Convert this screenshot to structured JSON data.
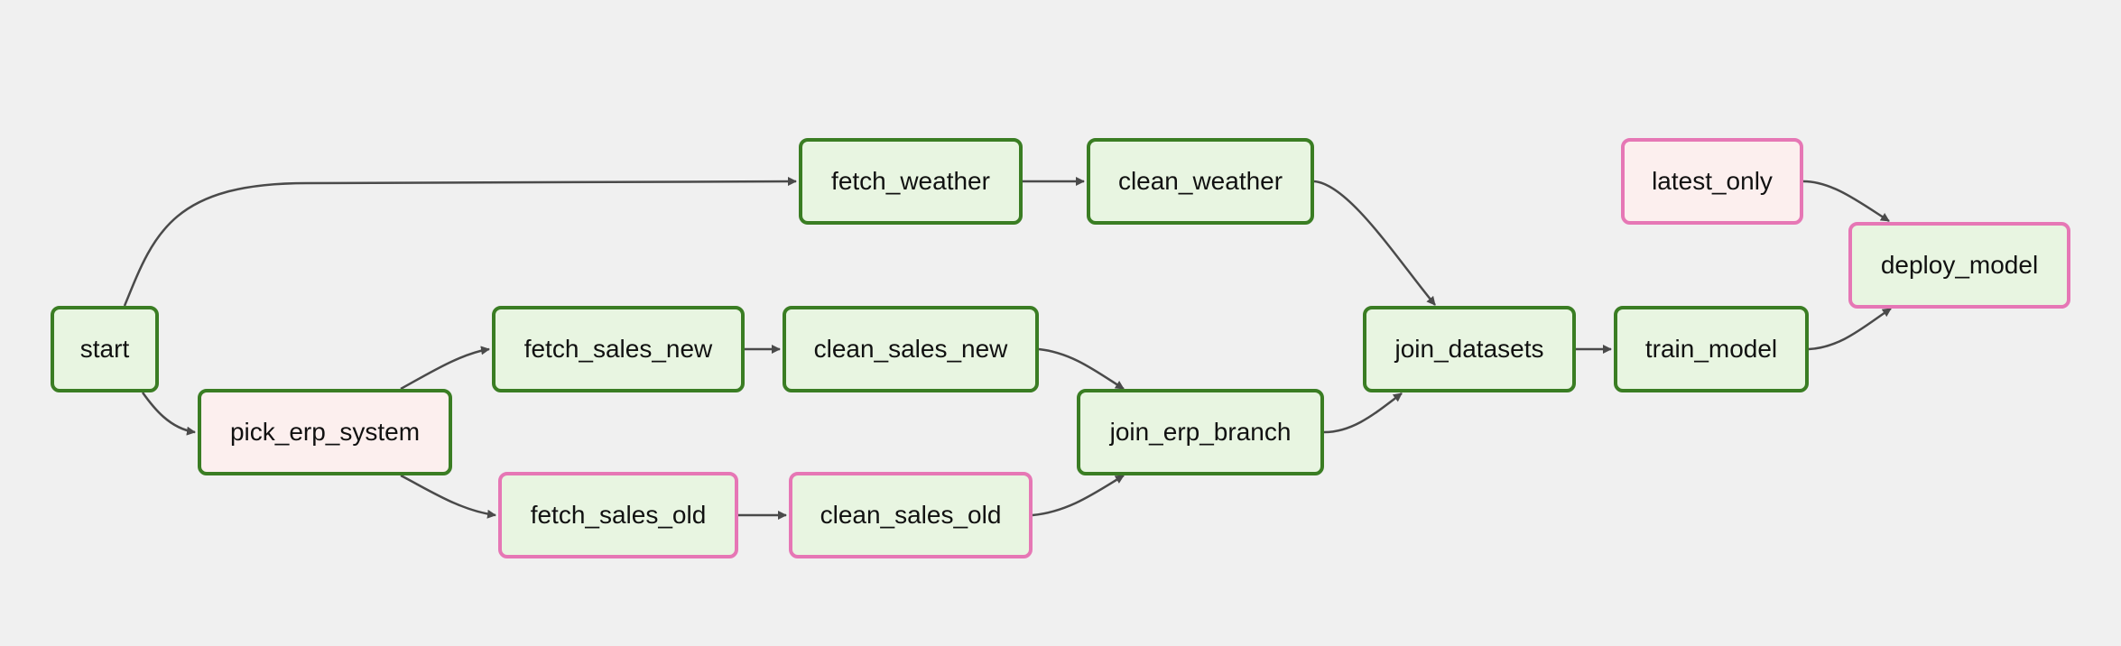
{
  "colors": {
    "background": "#f0f0f0",
    "edge": "#4a4a4a",
    "status_success_border": "#3a7d23",
    "status_skipped_border": "#e677b5",
    "fill_green": "#e8f5e1",
    "fill_pink": "#fcefee"
  },
  "nodes": {
    "start": {
      "label": "start",
      "status": "success",
      "fill": "green"
    },
    "pick_erp_system": {
      "label": "pick_erp_system",
      "status": "success",
      "fill": "pink"
    },
    "fetch_weather": {
      "label": "fetch_weather",
      "status": "success",
      "fill": "green"
    },
    "clean_weather": {
      "label": "clean_weather",
      "status": "success",
      "fill": "green"
    },
    "fetch_sales_new": {
      "label": "fetch_sales_new",
      "status": "success",
      "fill": "green"
    },
    "clean_sales_new": {
      "label": "clean_sales_new",
      "status": "success",
      "fill": "green"
    },
    "fetch_sales_old": {
      "label": "fetch_sales_old",
      "status": "skipped",
      "fill": "green"
    },
    "clean_sales_old": {
      "label": "clean_sales_old",
      "status": "skipped",
      "fill": "green"
    },
    "join_erp_branch": {
      "label": "join_erp_branch",
      "status": "success",
      "fill": "green"
    },
    "join_datasets": {
      "label": "join_datasets",
      "status": "success",
      "fill": "green"
    },
    "train_model": {
      "label": "train_model",
      "status": "success",
      "fill": "green"
    },
    "latest_only": {
      "label": "latest_only",
      "status": "skipped",
      "fill": "pink"
    },
    "deploy_model": {
      "label": "deploy_model",
      "status": "skipped",
      "fill": "green"
    }
  },
  "edges": [
    {
      "from": "start",
      "to": "fetch_weather"
    },
    {
      "from": "start",
      "to": "pick_erp_system"
    },
    {
      "from": "pick_erp_system",
      "to": "fetch_sales_new"
    },
    {
      "from": "pick_erp_system",
      "to": "fetch_sales_old"
    },
    {
      "from": "fetch_weather",
      "to": "clean_weather"
    },
    {
      "from": "fetch_sales_new",
      "to": "clean_sales_new"
    },
    {
      "from": "fetch_sales_old",
      "to": "clean_sales_old"
    },
    {
      "from": "clean_sales_new",
      "to": "join_erp_branch"
    },
    {
      "from": "clean_sales_old",
      "to": "join_erp_branch"
    },
    {
      "from": "clean_weather",
      "to": "join_datasets"
    },
    {
      "from": "join_erp_branch",
      "to": "join_datasets"
    },
    {
      "from": "join_datasets",
      "to": "train_model"
    },
    {
      "from": "train_model",
      "to": "deploy_model"
    },
    {
      "from": "latest_only",
      "to": "deploy_model"
    }
  ]
}
